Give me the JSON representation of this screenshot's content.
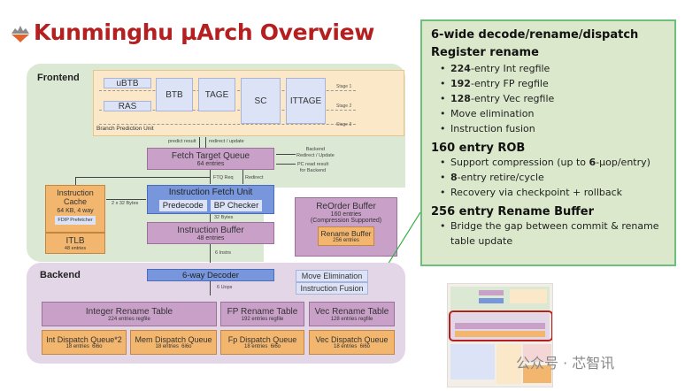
{
  "header": {
    "title": "Kunminghu µArch Overview",
    "logo_icon": "mountain-logo-icon"
  },
  "frontend": {
    "label": "Frontend",
    "bpu": {
      "label": "Branch Prediction Unit",
      "blocks": [
        "uBTB",
        "RAS",
        "BTB",
        "TAGE",
        "SC",
        "ITTAGE"
      ],
      "stages": [
        "Stage 1",
        "Stage 2",
        "Stage 3"
      ]
    },
    "arrows": {
      "predict_result": "predict result",
      "redirect_update": "redirect / update",
      "ftq_req": "FTQ Req",
      "redirect": "Redirect",
      "bytes_2x32": "2 x 32 Bytes",
      "bytes_32": "32 Bytes",
      "instrs_6": "6 Instrs",
      "backend_redirect": "Backend\nRedirect / Update",
      "pc_read": "PC read result\nfor Backend"
    },
    "ftq": {
      "title": "Fetch Target Queue",
      "sub": "64 entries"
    },
    "ifu": {
      "title": "Instruction Fetch Unit",
      "predecode": "Predecode",
      "bp_checker": "BP Checker"
    },
    "icache": {
      "title1": "Instruction",
      "title2": "Cache",
      "sub": "64 KB, 4 way",
      "prefetcher": "FDIP Prefetcher"
    },
    "itlb": {
      "title": "ITLB",
      "sub": "48 entries"
    },
    "ibuf": {
      "title": "Instruction Buffer",
      "sub": "48 entries"
    }
  },
  "rob": {
    "title": "ReOrder Buffer",
    "sub": "160 entries",
    "sub2": "(Compression Supported)",
    "rename_buffer": {
      "title": "Rename Buffer",
      "sub": "256 entries"
    }
  },
  "backend": {
    "label": "Backend",
    "decoder": "6-way Decoder",
    "uops": "6 Uops",
    "move_elim": "Move Elimination",
    "inst_fusion": "Instruction Fusion",
    "rename_tables": [
      {
        "title": "Integer Rename Table",
        "sub": "224 entries regfile"
      },
      {
        "title": "FP Rename Table",
        "sub": "192 entries regfile"
      },
      {
        "title": "Vec Rename Table",
        "sub": "128 entries regfile"
      }
    ],
    "dispatch_queues": [
      {
        "title": "Int Dispatch Queue*2",
        "sub": "18 entries  6i6o"
      },
      {
        "title": "Mem Dispatch Queue",
        "sub": "18 entries  6i6o"
      },
      {
        "title": "Fp Dispatch Queue",
        "sub": "18 entries  6i6o"
      },
      {
        "title": "Vec Dispatch Queue",
        "sub": "18 entries  6i6o"
      }
    ]
  },
  "panel": {
    "heading": "6-wide decode/rename/dispatch",
    "rename_heading": "Register rename",
    "rename_items": [
      {
        "bold": "224",
        "text": "-entry Int regfile"
      },
      {
        "bold": "192",
        "text": "-entry FP regfile"
      },
      {
        "bold": "128",
        "text": "-entry Vec regfile"
      },
      {
        "bold": "",
        "text": "Move elimination"
      },
      {
        "bold": "",
        "text": "Instruction fusion"
      }
    ],
    "rob_heading": "160 entry ROB",
    "rob_items": [
      {
        "pre": "Support compression (up to ",
        "bold": "6",
        "text": "-µop/entry)"
      },
      {
        "pre": "",
        "bold": "8",
        "text": "-entry retire/cycle"
      },
      {
        "pre": "",
        "bold": "",
        "text": "Recovery via checkpoint + rollback"
      }
    ],
    "rb_heading": "256 entry Rename Buffer",
    "rb_items": [
      {
        "text": "Bridge the gap between commit & rename table update"
      }
    ]
  },
  "watermark": "公众号 · 芯智讯",
  "colors": {
    "title": "#b51f1f",
    "panel_border": "#6ebf7a",
    "frontend_bg": "#dbe8d3",
    "backend_bg": "#e3d6e6"
  }
}
